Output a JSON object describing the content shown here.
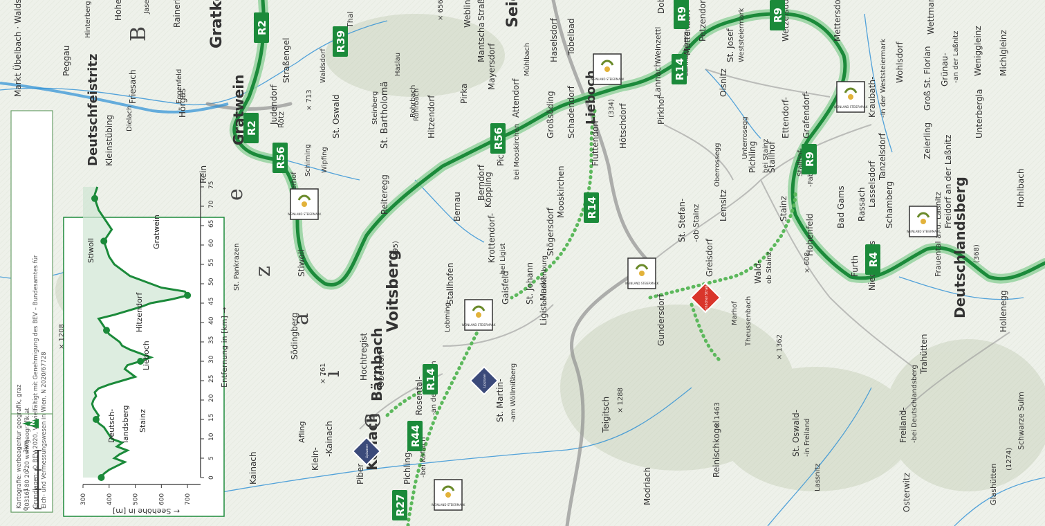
{
  "colors": {
    "route_green": "#1b8a3a",
    "route_halo": "#8fd19a",
    "dotted_route": "#5cb85c",
    "water": "#2a8fd6",
    "road": "#8a8a8a",
    "terrain": "#e3e8de",
    "warning_red": "#d9352b",
    "badge_navy": "#3b4a7a"
  },
  "places": [
    "Gratkorn",
    "Gratwein",
    "Judendorf",
    "Straßengel",
    "Peggau",
    "Hinterberg",
    "Friesach",
    "Deutschfeistritz",
    "Kleinstübing",
    "Dielach",
    "Hörgas",
    "Rötz",
    "Rein",
    "Schirning",
    "Waldsdorf",
    "St. Oswald",
    "Wipfing",
    "St. Bartholomä",
    "Meierhof",
    "Stiwoll",
    "St. Pankrazen",
    "Reiteregg",
    "Steinberg",
    "Rohrbach",
    "Hitzendorf",
    "Pirka",
    "Mantscha",
    "Mayersdorf",
    "Seiersberg",
    "Attendorf",
    "Haselsdorf",
    "Tobelbad",
    "Pichling-",
    "bei Mooskirchen",
    "Großsöding",
    "Schadendorf",
    "Lieboch",
    "Mühlbach",
    "Webling",
    "Straßgang",
    "Thal",
    "Berndorf",
    "Bernau",
    "Köppling",
    "Krottendorf-",
    "-bei Ligist",
    "Gaisfeld",
    "St. Johann",
    "ob Hohenburg",
    "Stögersdorf",
    "Mooskirchen",
    "Fluttendorf",
    "Hötschdorf",
    "Lannach",
    "Weinzettl",
    "Dobl",
    "Muttendorf",
    "Petzendorf",
    "St. Josef",
    "Weststeiermark",
    "Oisnitz",
    "Wetzelsdorf",
    "Mettersdorf",
    "Stainz",
    "Pirkhof",
    "Lannachberg",
    "Unterrosegg",
    "Pichling",
    "bei Stainz",
    "Stallhof",
    "Ettendorf-",
    "Grafendorf-",
    "Stallhof-",
    "-Fabrik",
    "Lasselsdorf",
    "Kraubath-",
    "-in der Weststeiermark",
    "Wohlsdorf",
    "Grünau-",
    "-an der Laßnitz",
    "Wettmannstätten",
    "Weniggleinz",
    "Michlgleinz",
    "Unterbergla",
    "Zeierling",
    "Groß St. Florian",
    "Tanzelsdorf",
    "Rassach",
    "Bad Gams",
    "Hohenfeld",
    "Furth",
    "Niedergams",
    "Schamberg",
    "Freidorf an der Laßnitz",
    "Frauental a. d. Laßnitz",
    "Deutschlandsberg",
    "Hollenegg",
    "Hohlbach",
    "Trahütten",
    "Freiland-",
    "-bei Deutschlandsberg",
    "St. Oswald-",
    "-in Freiland",
    "Osterwitz",
    "Glashütten",
    "Lassnitz",
    "Schwarze Sulm",
    "Theussenbach",
    "Reinischkogel",
    "Greisdorf",
    "Gundersdorf",
    "Marhof",
    "Wald-",
    "ob Stainz",
    "St. Stefan-",
    "-ob Stainz",
    "Lemsitz",
    "Oberrossegg",
    "Ligist Markt",
    "Stallhofen",
    "Lobming",
    "Voitsberg",
    "Oberdorf",
    "Bärnbach",
    "Köflach",
    "Piber",
    "Klein-",
    "-Kainach",
    "Afling",
    "Hochtregist",
    "Södingberg",
    "Rosental-",
    "-an der Kainach",
    "St. Martin-",
    "-am Wöllmißberg",
    "Pichling-",
    "-bei Köflach",
    "Kainach",
    "Teigitsch",
    "Modriach",
    "Jasen",
    "Eggenfeld",
    "Haslau",
    "Rohrbach",
    "Rainerkogel",
    "Hohe Rannach"
  ],
  "place_extras": {
    "voitsberg_elev": "(395)",
    "lieboch_elev": "(334)",
    "deutschlandsberg_elev": "(368)",
    "glashuetten_elev": "(1274)",
    "peaks": [
      "1208",
      "1288",
      "1463",
      "1362",
      "713",
      "761",
      "608",
      "656"
    ]
  },
  "routes": [
    "R2",
    "R39",
    "R56",
    "R14",
    "R9",
    "R44",
    "R4",
    "R27"
  ],
  "region_letters": [
    "B",
    "e",
    "z",
    "a",
    "i",
    "G"
  ],
  "elevation_profile": {
    "y_axis_label": "Seehöhe in [m]",
    "x_axis_label": "Entfernung in [km]",
    "y_ticks": [
      "700",
      "600",
      "500",
      "400",
      "300"
    ],
    "x_ticks": [
      "0",
      "5",
      "10",
      "15",
      "20",
      "25",
      "30",
      "35",
      "40",
      "45",
      "50",
      "55",
      "60",
      "65",
      "70",
      "75"
    ],
    "labels": [
      "Deutsch-",
      "landsberg",
      "Stainz",
      "Lieboch",
      "Hitzendorf",
      "Stiwoll",
      "Gratwein"
    ],
    "arrow_x": "→",
    "arrow_y": "←",
    "profile_km": [
      0,
      1,
      2,
      3,
      4,
      5,
      6,
      7,
      8,
      9,
      10,
      11,
      12,
      13,
      14,
      15,
      16,
      17,
      18,
      19,
      20,
      21,
      22,
      23,
      24,
      25,
      26,
      27,
      28,
      29,
      30,
      31,
      32,
      33,
      34,
      35,
      36,
      37,
      38,
      39,
      40,
      41,
      42,
      43,
      44,
      45,
      46,
      47,
      48,
      49,
      50,
      51,
      52,
      53,
      54,
      55,
      56,
      57,
      58,
      59,
      60,
      61,
      62,
      63,
      64,
      65,
      66,
      67,
      68,
      69,
      70,
      71,
      72,
      73,
      74,
      75
    ],
    "profile_m": [
      370,
      380,
      400,
      430,
      460,
      420,
      440,
      470,
      430,
      450,
      410,
      400,
      390,
      380,
      360,
      350,
      360,
      350,
      340,
      335,
      340,
      350,
      345,
      360,
      400,
      450,
      500,
      480,
      460,
      470,
      520,
      560,
      520,
      480,
      450,
      440,
      420,
      400,
      390,
      380,
      370,
      360,
      420,
      470,
      520,
      560,
      640,
      700,
      690,
      600,
      560,
      520,
      480,
      460,
      440,
      420,
      410,
      400,
      395,
      390,
      385,
      380,
      390,
      400,
      410,
      400,
      390,
      380,
      370,
      360,
      355,
      350,
      345,
      345,
      350,
      355
    ],
    "stops_km": [
      0,
      15,
      30,
      38,
      47,
      61,
      72
    ]
  },
  "scale_bar": {
    "ticks": [
      "0",
      "1",
      "2",
      "3km"
    ]
  },
  "credits": [
    "Kartografie: werbeagentur geografik, graz",
    "(0316) 80 20 20 www.geografik.at",
    "Grundlagen: © BEV 2020, Vervielfältigt mit Genehmigung des BEV – Bundesamtes für",
    "Eich- und Vermessungswesen in Wien, N 2020/67728"
  ],
  "markers": {
    "wine_badge_text": "WEINLAND STEIERMARK",
    "warning_sign_text": "Schilcher Straße",
    "diamond_sign_text": "Lipizzaner"
  },
  "partial_top": "Markt Übelbach · Waldstein"
}
